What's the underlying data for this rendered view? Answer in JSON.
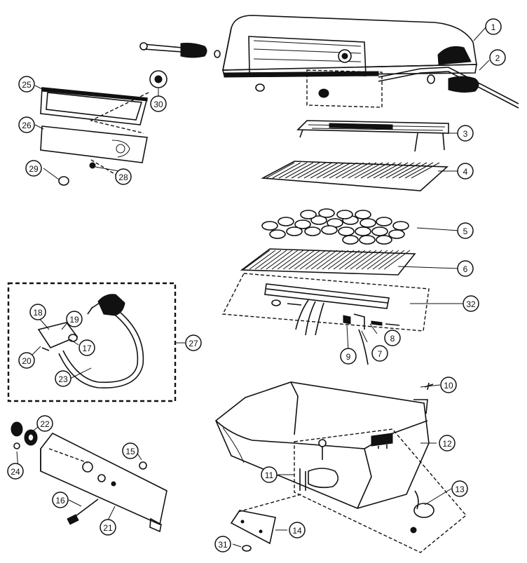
{
  "callouts": [
    {
      "id": "1",
      "label": "1"
    },
    {
      "id": "2",
      "label": "2"
    },
    {
      "id": "3",
      "label": "3"
    },
    {
      "id": "4",
      "label": "4"
    },
    {
      "id": "5",
      "label": "5"
    },
    {
      "id": "6",
      "label": "6"
    },
    {
      "id": "7",
      "label": "7"
    },
    {
      "id": "8",
      "label": "8"
    },
    {
      "id": "9",
      "label": "9"
    },
    {
      "id": "10",
      "label": "10"
    },
    {
      "id": "11",
      "label": "11"
    },
    {
      "id": "12",
      "label": "12"
    },
    {
      "id": "13",
      "label": "13"
    },
    {
      "id": "14",
      "label": "14"
    },
    {
      "id": "15",
      "label": "15"
    },
    {
      "id": "16",
      "label": "16"
    },
    {
      "id": "17",
      "label": "17"
    },
    {
      "id": "18",
      "label": "18"
    },
    {
      "id": "19",
      "label": "19"
    },
    {
      "id": "20",
      "label": "20"
    },
    {
      "id": "21",
      "label": "21"
    },
    {
      "id": "22",
      "label": "22"
    },
    {
      "id": "23",
      "label": "23"
    },
    {
      "id": "24",
      "label": "24"
    },
    {
      "id": "25",
      "label": "25"
    },
    {
      "id": "26",
      "label": "26"
    },
    {
      "id": "27",
      "label": "27"
    },
    {
      "id": "28",
      "label": "28"
    },
    {
      "id": "29",
      "label": "29"
    },
    {
      "id": "30",
      "label": "30"
    },
    {
      "id": "31",
      "label": "31"
    },
    {
      "id": "32",
      "label": "32"
    }
  ]
}
